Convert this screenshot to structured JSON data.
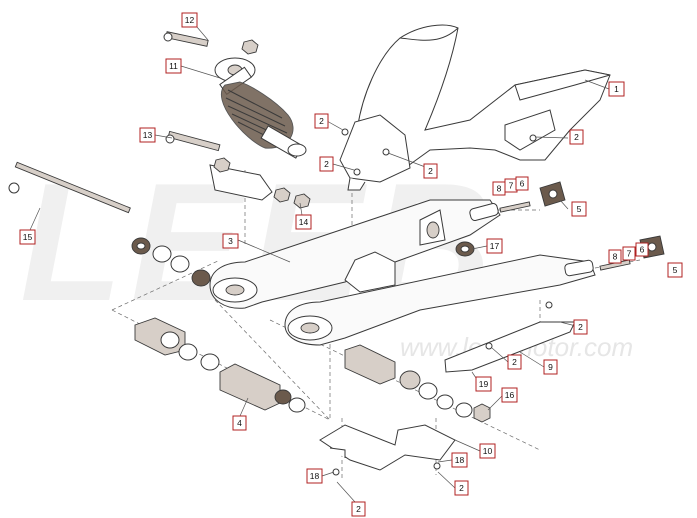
{
  "watermark": {
    "logo": "LEEB",
    "url": "www.leebmotor.com"
  },
  "callouts": [
    {
      "id": "c-12a",
      "label": "12"
    },
    {
      "id": "c-11",
      "label": "11"
    },
    {
      "id": "c-13",
      "label": "13"
    },
    {
      "id": "c-14",
      "label": "14"
    },
    {
      "id": "c-15",
      "label": "15"
    },
    {
      "id": "c-3",
      "label": "3"
    },
    {
      "id": "c-1",
      "label": "1"
    },
    {
      "id": "c-2a",
      "label": "2"
    },
    {
      "id": "c-2b",
      "label": "2"
    },
    {
      "id": "c-2c",
      "label": "2"
    },
    {
      "id": "c-2d",
      "label": "2"
    },
    {
      "id": "c-8a",
      "label": "8"
    },
    {
      "id": "c-7a",
      "label": "7"
    },
    {
      "id": "c-6a",
      "label": "6"
    },
    {
      "id": "c-5a",
      "label": "5"
    },
    {
      "id": "c-17",
      "label": "17"
    },
    {
      "id": "c-8b",
      "label": "8"
    },
    {
      "id": "c-7b",
      "label": "7"
    },
    {
      "id": "c-6b",
      "label": "6"
    },
    {
      "id": "c-5b",
      "label": "5"
    },
    {
      "id": "c-2e",
      "label": "2"
    },
    {
      "id": "c-2f",
      "label": "2"
    },
    {
      "id": "c-9",
      "label": "9"
    },
    {
      "id": "c-19",
      "label": "19"
    },
    {
      "id": "c-16",
      "label": "16"
    },
    {
      "id": "c-4",
      "label": "4"
    },
    {
      "id": "c-10",
      "label": "10"
    },
    {
      "id": "c-18a",
      "label": "18"
    },
    {
      "id": "c-18b",
      "label": "18"
    },
    {
      "id": "c-2g",
      "label": "2"
    },
    {
      "id": "c-2h",
      "label": "2"
    }
  ]
}
